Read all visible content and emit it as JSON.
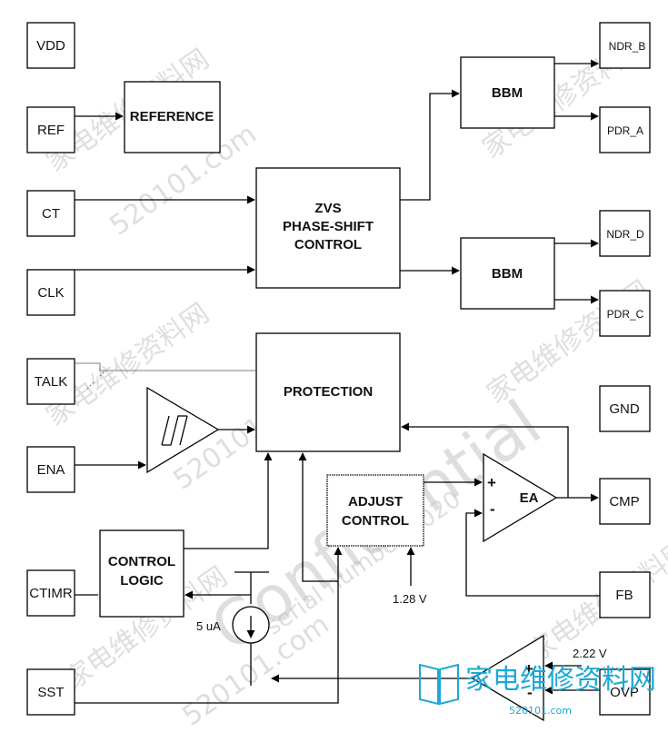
{
  "pins": {
    "vdd": "VDD",
    "ref": "REF",
    "ct": "CT",
    "clk": "CLK",
    "talk": "TALK",
    "ena": "ENA",
    "ctimr": "CTIMR",
    "sst": "SST",
    "ndr_b": "NDR_B",
    "pdr_a": "PDR_A",
    "ndr_d": "NDR_D",
    "pdr_c": "PDR_C",
    "gnd": "GND",
    "cmp": "CMP",
    "fb": "FB",
    "ovp": "OVP"
  },
  "blocks": {
    "reference": "REFERENCE",
    "zvs_line1": "ZVS",
    "zvs_line2": "PHASE-SHIFT",
    "zvs_line3": "CONTROL",
    "bbm_top": "BBM",
    "bbm_bottom": "BBM",
    "protection": "PROTECTION",
    "adjust_line1": "ADJUST",
    "adjust_line2": "CONTROL",
    "ea": "EA",
    "control_logic_line1": "CONTROL",
    "control_logic_line2": "LOGIC"
  },
  "labels": {
    "v_ref_ea": "1.28 V",
    "v_ref_ovp": "2.22 V",
    "current_source": "5 uA",
    "ea_plus": "+",
    "ea_minus": "-",
    "ovp_plus": "+",
    "ovp_minus": "-"
  },
  "watermarks": {
    "cn_site": "家电维修资料网",
    "url": "520101.com",
    "confidential": "Confidential",
    "serial": "serial number 2020"
  },
  "logo": {
    "text": "家电维修资料网",
    "url": "520101.com",
    "color": "#1ba8d6"
  }
}
